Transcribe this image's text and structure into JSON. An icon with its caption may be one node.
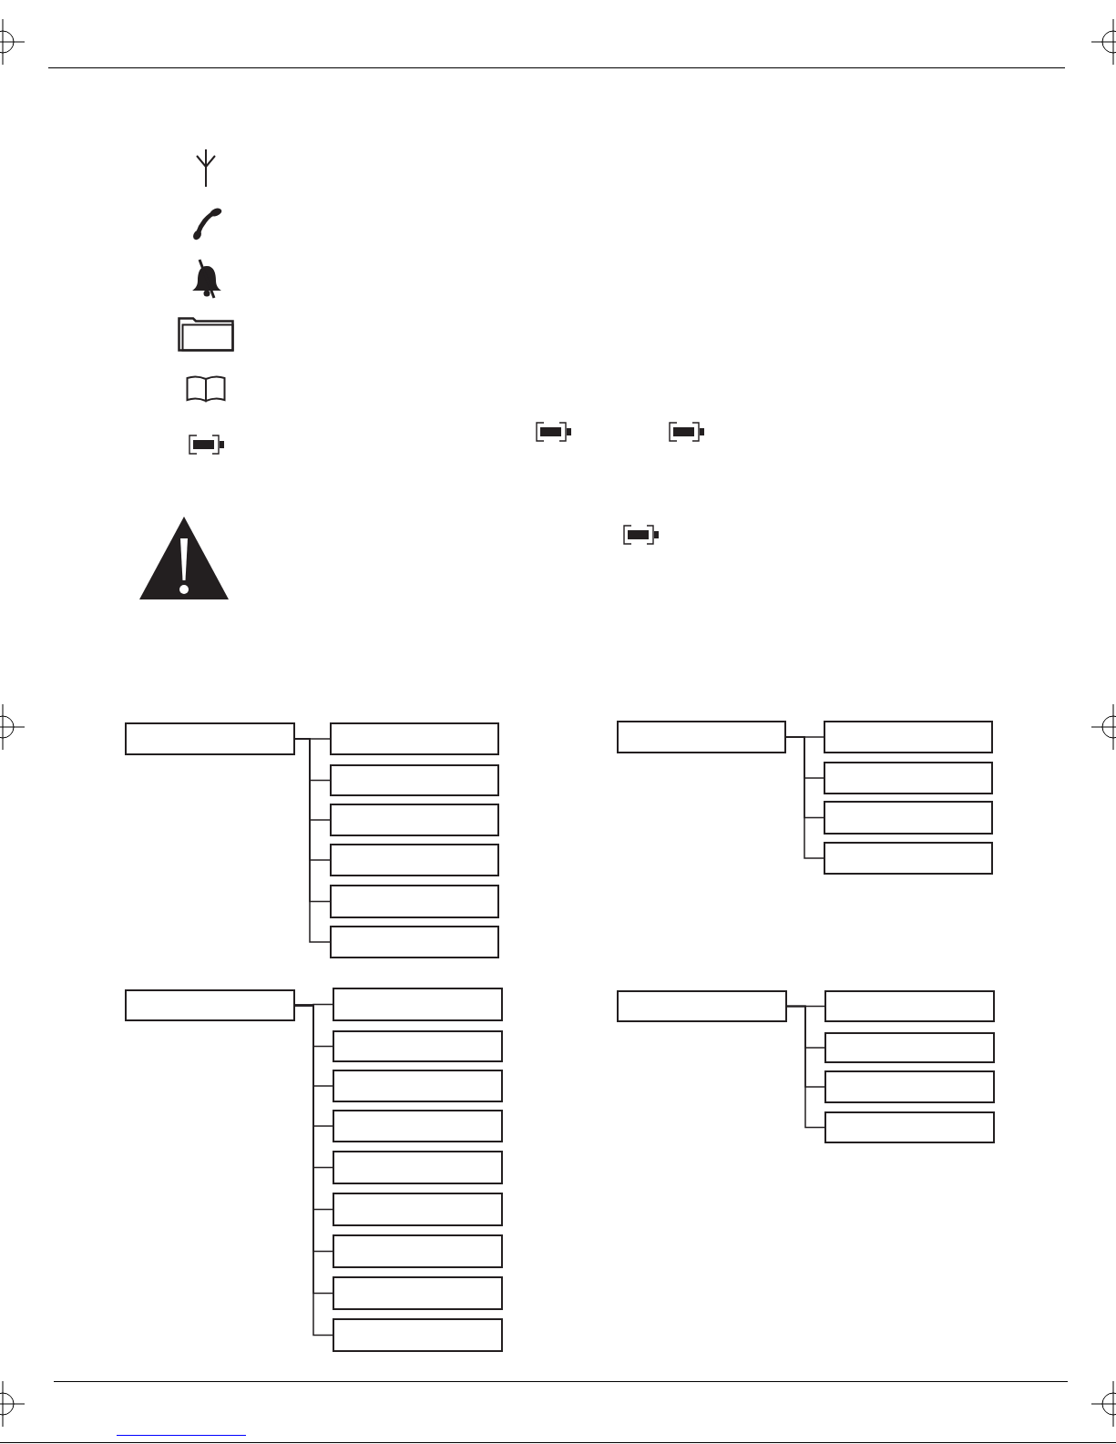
{
  "diagram": {
    "nodes": [
      {
        "text": [],
        "shape": "box"
      },
      {
        "text": [],
        "shape": "box"
      },
      {
        "text": [],
        "shape": "box"
      },
      {
        "text": [],
        "shape": "box"
      },
      {
        "text": [],
        "shape": "box"
      },
      {
        "text": [],
        "shape": "box"
      },
      {
        "text": [],
        "shape": "box"
      },
      {
        "text": [],
        "shape": "box"
      },
      {
        "text": [],
        "shape": "box"
      },
      {
        "text": [],
        "shape": "box"
      },
      {
        "text": [],
        "shape": "box"
      },
      {
        "text": [],
        "shape": "box"
      },
      {
        "text": [],
        "shape": "box"
      },
      {
        "text": [],
        "shape": "box"
      },
      {
        "text": [],
        "shape": "box"
      },
      {
        "text": [],
        "shape": "box"
      },
      {
        "text": [],
        "shape": "box"
      },
      {
        "text": [],
        "shape": "box"
      },
      {
        "text": [],
        "shape": "box"
      },
      {
        "text": [],
        "shape": "box"
      },
      {
        "text": [],
        "shape": "box"
      },
      {
        "text": [],
        "shape": "box"
      },
      {
        "text": [],
        "shape": "box"
      },
      {
        "text": [],
        "shape": "box"
      },
      {
        "text": [],
        "shape": "box"
      },
      {
        "text": [],
        "shape": "box"
      },
      {
        "text": [],
        "shape": "box"
      }
    ],
    "edges": [
      {
        "from": 0,
        "to": 1,
        "arrow": "none"
      },
      {
        "from": 0,
        "to": 2,
        "arrow": "none"
      },
      {
        "from": 0,
        "to": 3,
        "arrow": "none"
      },
      {
        "from": 0,
        "to": 4,
        "arrow": "none"
      },
      {
        "from": 0,
        "to": 5,
        "arrow": "none"
      },
      {
        "from": 0,
        "to": 6,
        "arrow": "none"
      },
      {
        "from": 7,
        "to": 8,
        "arrow": "none"
      },
      {
        "from": 7,
        "to": 9,
        "arrow": "none"
      },
      {
        "from": 7,
        "to": 10,
        "arrow": "none"
      },
      {
        "from": 7,
        "to": 11,
        "arrow": "none"
      },
      {
        "from": 12,
        "to": 13,
        "arrow": "none"
      },
      {
        "from": 12,
        "to": 14,
        "arrow": "none"
      },
      {
        "from": 12,
        "to": 15,
        "arrow": "none"
      },
      {
        "from": 12,
        "to": 16,
        "arrow": "none"
      },
      {
        "from": 12,
        "to": 17,
        "arrow": "none"
      },
      {
        "from": 12,
        "to": 18,
        "arrow": "none"
      },
      {
        "from": 12,
        "to": 19,
        "arrow": "none"
      },
      {
        "from": 12,
        "to": 20,
        "arrow": "none"
      },
      {
        "from": 12,
        "to": 21,
        "arrow": "none"
      },
      {
        "from": 22,
        "to": 23,
        "arrow": "none"
      },
      {
        "from": 22,
        "to": 24,
        "arrow": "none"
      },
      {
        "from": 22,
        "to": 25,
        "arrow": "none"
      },
      {
        "from": 22,
        "to": 26,
        "arrow": "none"
      }
    ]
  }
}
